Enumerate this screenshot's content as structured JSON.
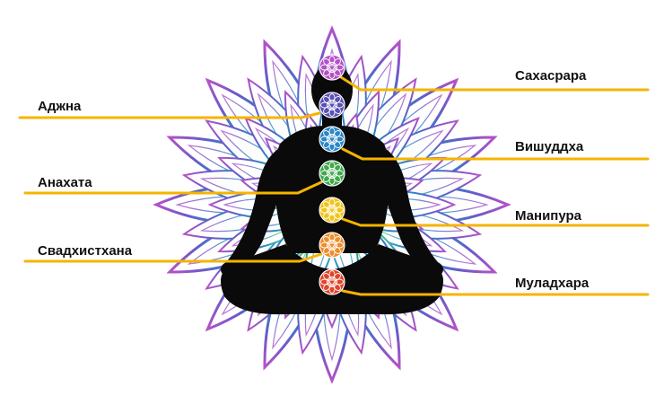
{
  "chakras": [
    {
      "id": "sahasrara",
      "label": "Сахасрара",
      "color": "#b552c8",
      "icon": "thousand-petal-lotus-icon"
    },
    {
      "id": "ajna",
      "label": "Аджна",
      "color": "#5a4fb4",
      "icon": "two-petal-lotus-icon"
    },
    {
      "id": "vishuddha",
      "label": "Вишуддха",
      "color": "#2a86c8",
      "icon": "sixteen-petal-lotus-icon"
    },
    {
      "id": "anahata",
      "label": "Анахата",
      "color": "#3fa84a",
      "icon": "twelve-petal-lotus-icon"
    },
    {
      "id": "manipura",
      "label": "Манипура",
      "color": "#f0c419",
      "icon": "ten-petal-lotus-icon"
    },
    {
      "id": "svadhisthana",
      "label": "Свадхистхана",
      "color": "#f08c2a",
      "icon": "six-petal-lotus-icon"
    },
    {
      "id": "muladhara",
      "label": "Муладхара",
      "color": "#e2442a",
      "icon": "four-petal-lotus-icon"
    }
  ],
  "connector_color": "#f5b400",
  "silhouette_color": "#0a0a0a",
  "mandala_colors": [
    "#b552c8",
    "#5a4fb4",
    "#2a86c8",
    "#3fb7a8",
    "#5cc14a",
    "#c6d92a",
    "#f0c419",
    "#f08c2a",
    "#e2442a"
  ]
}
